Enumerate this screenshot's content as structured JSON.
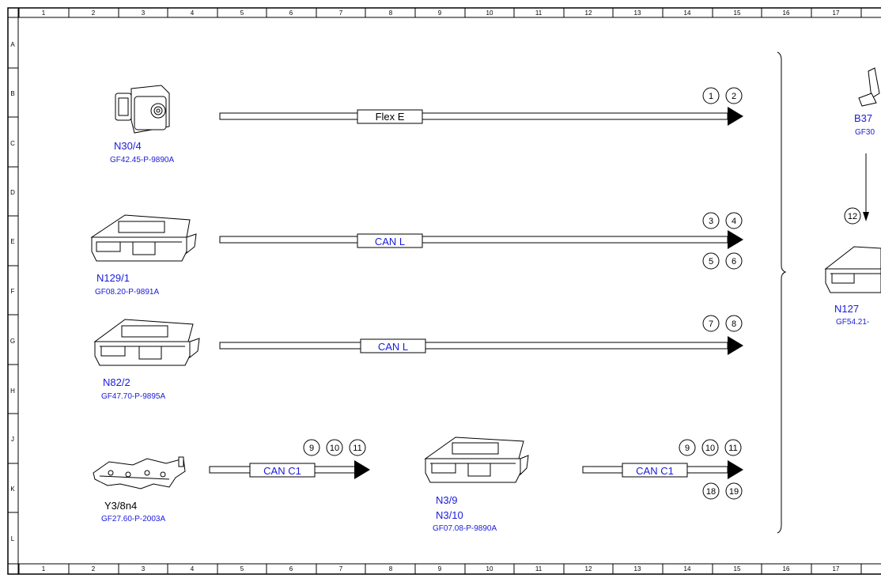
{
  "grid": {
    "columns": [
      "1",
      "2",
      "3",
      "4",
      "5",
      "6",
      "7",
      "8",
      "9",
      "10",
      "11",
      "12",
      "13",
      "14",
      "15",
      "16",
      "17"
    ],
    "rows": [
      "A",
      "B",
      "C",
      "D",
      "E",
      "F",
      "G",
      "H",
      "J",
      "K",
      "L"
    ]
  },
  "components": [
    {
      "name": "N30/4",
      "code": "GF42.45-P-9890A"
    },
    {
      "name": "N129/1",
      "code": "GF08.20-P-9891A"
    },
    {
      "name": "N82/2",
      "code": "GF47.70-P-9895A"
    },
    {
      "name": "Y3/8n4",
      "code": "GF27.60-P-2003A"
    },
    {
      "name": "N3/9",
      "name2": "N3/10",
      "code": "GF07.08-P-9890A"
    },
    {
      "name": "N127",
      "code": "GF54.21-"
    },
    {
      "name": "B37",
      "code": "GF30"
    }
  ],
  "signals": [
    {
      "label": "Flex E",
      "color": "#000000"
    },
    {
      "label": "CAN L",
      "color": "#1a1adc"
    },
    {
      "label": "CAN L",
      "color": "#1a1adc"
    },
    {
      "label": "CAN C1",
      "color": "#1a1adc"
    },
    {
      "label": "CAN C1",
      "color": "#1a1adc"
    }
  ],
  "markers": {
    "m1": "1",
    "m2": "2",
    "m3": "3",
    "m4": "4",
    "m5": "5",
    "m6": "6",
    "m7": "7",
    "m8": "8",
    "m9": "9",
    "m10": "10",
    "m11": "11",
    "m12": "12",
    "m18": "18",
    "m19": "19"
  }
}
